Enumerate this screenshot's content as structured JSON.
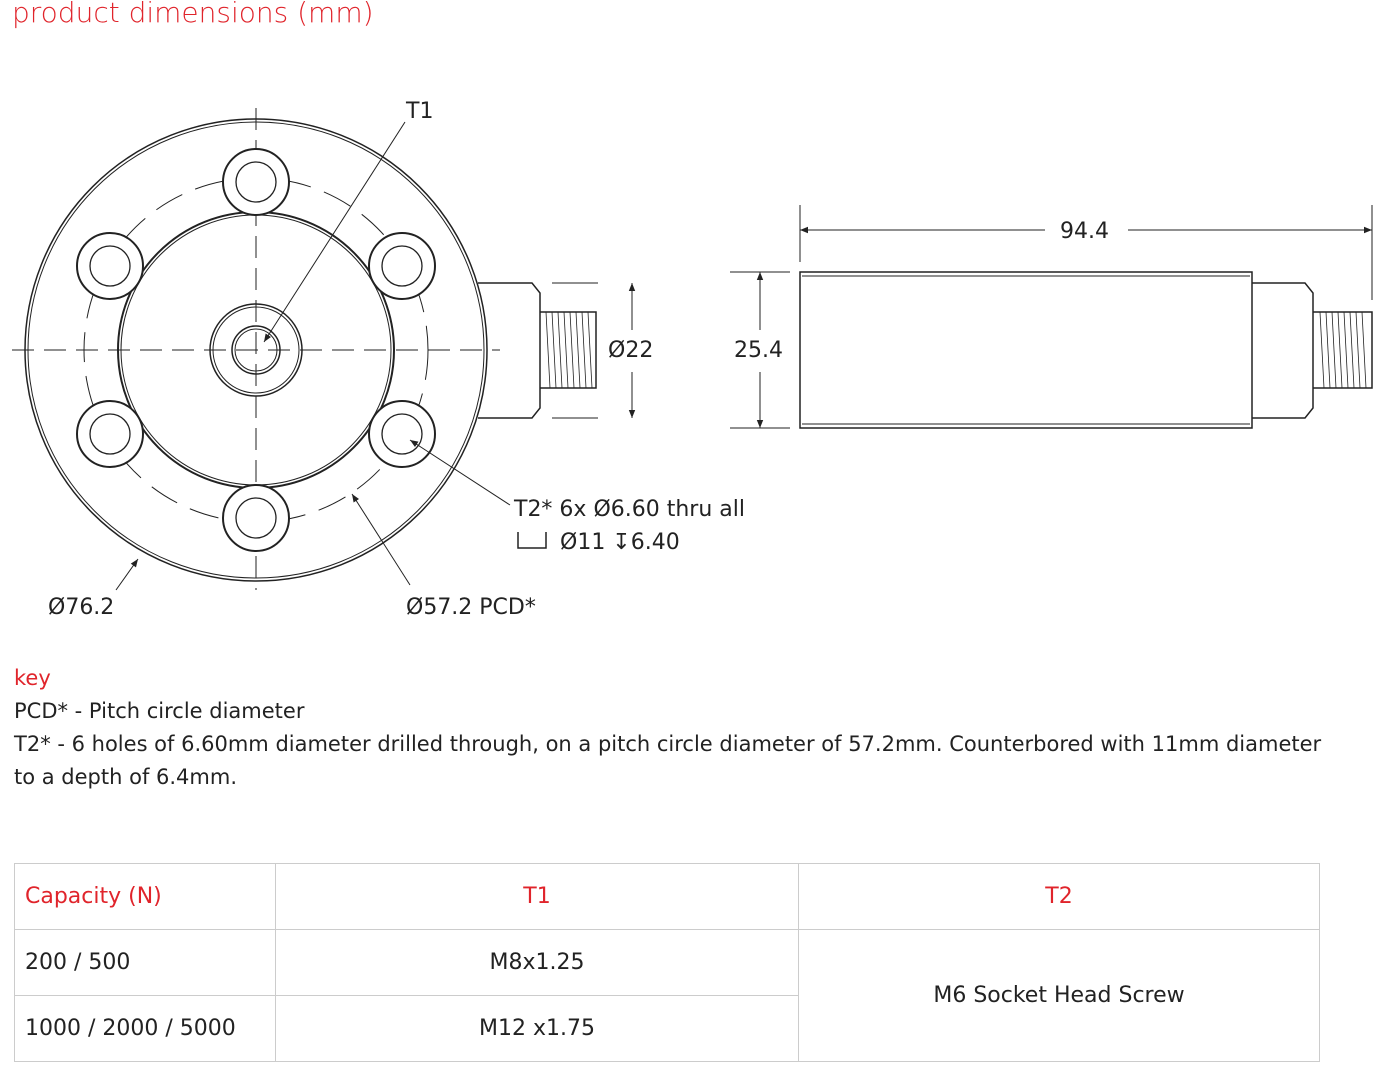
{
  "title": "product dimensions (mm)",
  "drawing": {
    "t1": "T1",
    "d22": "Ø22",
    "d76": "Ø76.2",
    "pcd": "Ø57.2 PCD*",
    "t2_line1": "T2* 6x Ø6.60 thru all",
    "t2_line2": "Ø11  ↧6.40",
    "length": "94.4",
    "height": "25.4"
  },
  "key": {
    "heading": "key",
    "lines": [
      "PCD* - Pitch circle diameter",
      "T2* - 6 holes of 6.60mm diameter drilled through, on a pitch circle diameter of 57.2mm. Counterbored with 11mm diameter to a depth of 6.4mm."
    ]
  },
  "table": {
    "headers": [
      "Capacity (N)",
      "T1",
      "T2"
    ],
    "rows": [
      [
        "200 / 500",
        "M8x1.25"
      ],
      [
        "1000 / 2000 / 5000",
        "M12 x1.75"
      ]
    ],
    "t2_value": "M6 Socket Head Screw"
  },
  "colors": {
    "accent": "#e0242b"
  }
}
